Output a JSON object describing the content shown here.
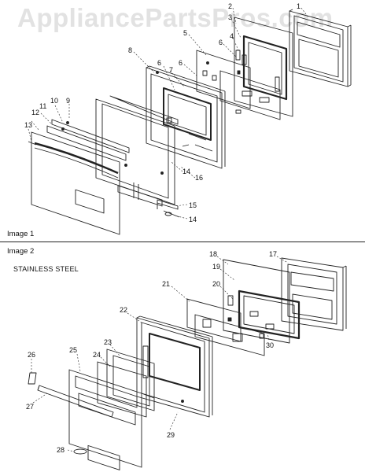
{
  "watermark": "AppliancePartsPros.com",
  "sections": [
    {
      "caption": "Image 1",
      "subtitle": ""
    },
    {
      "caption": "Image 2",
      "subtitle": "STAINLESS STEEL"
    }
  ],
  "callouts": {
    "c1": "1",
    "c2": "2",
    "c3": "3",
    "c4": "4",
    "c5": "5",
    "c6a": "6",
    "c6b": "6",
    "c6c": "6",
    "c7": "7",
    "c8": "8",
    "c9": "9",
    "c10": "10",
    "c11": "11",
    "c12": "12",
    "c13": "13",
    "c14a": "14",
    "c14b": "14",
    "c15": "15",
    "c16": "16",
    "c17": "17",
    "c18": "18",
    "c19": "19",
    "c20": "20",
    "c21": "21",
    "c22": "22",
    "c23": "23",
    "c24": "24",
    "c25": "25",
    "c26": "26",
    "c27": "27",
    "c28": "28",
    "c29": "29",
    "c30": "30"
  }
}
